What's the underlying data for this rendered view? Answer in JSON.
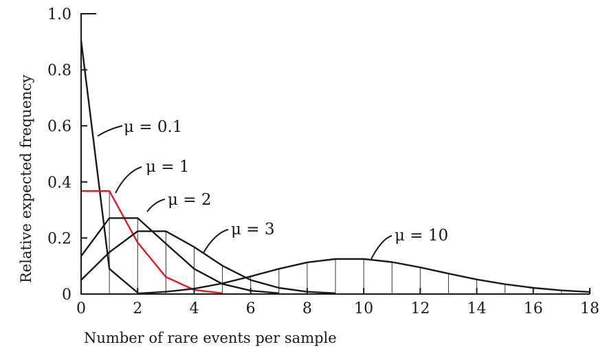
{
  "chart_data": {
    "type": "line",
    "xlabel": "Number of rare events per sample",
    "ylabel": "Relative expected frequency",
    "xlim": [
      0,
      18
    ],
    "ylim": [
      0,
      1.0
    ],
    "x_ticks": [
      "0",
      "2",
      "4",
      "6",
      "8",
      "10",
      "12",
      "14",
      "16",
      "18"
    ],
    "y_ticks": [
      "0",
      "0.2",
      "0.4",
      "0.6",
      "0.8",
      "1.0"
    ],
    "series": [
      {
        "name": "μ = 0.1",
        "color": "#1a1a1a",
        "x": [
          0,
          1,
          2
        ],
        "y": [
          0.905,
          0.09,
          0.005
        ]
      },
      {
        "name": "μ = 1",
        "color": "#e01b1b",
        "highlight": true,
        "x": [
          0,
          1,
          2,
          3,
          4,
          5
        ],
        "y": [
          0.368,
          0.368,
          0.184,
          0.061,
          0.015,
          0.003
        ]
      },
      {
        "name": "μ = 2",
        "color": "#1a1a1a",
        "x": [
          0,
          1,
          2,
          3,
          4,
          5,
          6,
          7
        ],
        "y": [
          0.135,
          0.271,
          0.271,
          0.18,
          0.09,
          0.036,
          0.012,
          0.003
        ]
      },
      {
        "name": "μ = 3",
        "color": "#1a1a1a",
        "x": [
          0,
          1,
          2,
          3,
          4,
          5,
          6,
          7,
          8,
          9
        ],
        "y": [
          0.05,
          0.149,
          0.224,
          0.224,
          0.168,
          0.101,
          0.05,
          0.022,
          0.008,
          0.003
        ]
      },
      {
        "name": "μ = 10",
        "color": "#1a1a1a",
        "x": [
          2,
          3,
          4,
          5,
          6,
          7,
          8,
          9,
          10,
          11,
          12,
          13,
          14,
          15,
          16,
          17,
          18
        ],
        "y": [
          0.002,
          0.008,
          0.019,
          0.038,
          0.063,
          0.09,
          0.113,
          0.125,
          0.125,
          0.114,
          0.095,
          0.073,
          0.052,
          0.035,
          0.022,
          0.013,
          0.007
        ]
      }
    ]
  }
}
